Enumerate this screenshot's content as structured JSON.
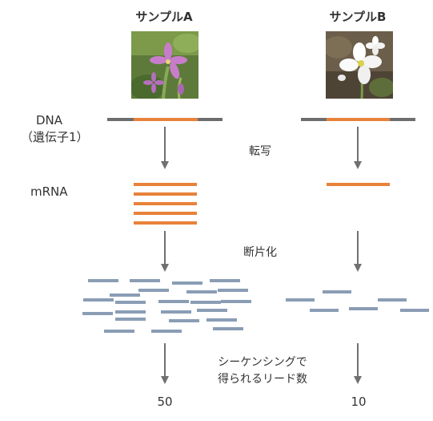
{
  "samples": [
    {
      "title": "サンプルA",
      "read_count": "50"
    },
    {
      "title": "サンプルB",
      "read_count": "10"
    }
  ],
  "labels": {
    "dna_line1": "DNA",
    "dna_line2": "（遺伝子1）",
    "mrna": "mRNA"
  },
  "steps": {
    "transcription": "転写",
    "fragmentation": "断片化",
    "sequencing_line1": "シーケンシングで",
    "sequencing_line2": "得られるリード数"
  },
  "colors": {
    "gene": "#e8823a",
    "dna_flank": "#6e6e6e",
    "read": "#8a9db5",
    "arrow": "#707070",
    "flower_a": "#c77dc9",
    "flower_b": "#ffffff"
  }
}
